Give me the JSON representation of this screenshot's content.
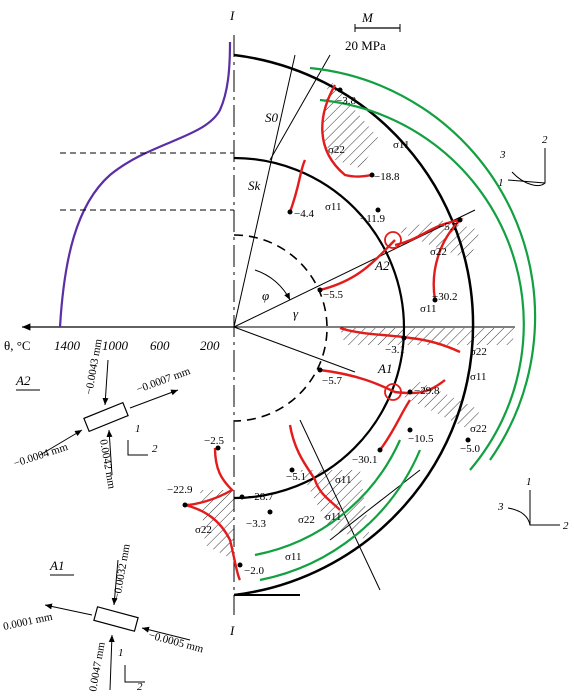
{
  "section_label": "I",
  "scale": {
    "symbol": "M",
    "value": "20 MPa"
  },
  "temperature_axis": {
    "label": "θ, °C",
    "ticks": [
      "1400",
      "1000",
      "600",
      "200"
    ]
  },
  "dimension_labels": {
    "s0": "S0",
    "sk": "Sk"
  },
  "angles": {
    "phi": "φ",
    "gamma": "γ"
  },
  "points": {
    "A1": "A1",
    "A2": "A2"
  },
  "curve_labels": {
    "s11": "σ11",
    "s22": "σ22"
  },
  "stress_values": [
    "−3.8",
    "−18.8",
    "−4.4",
    "−11.9",
    "−5.7",
    "−30.2",
    "−5.5",
    "−3.1",
    "−5.7",
    "−29.8",
    "−10.5",
    "−5.0",
    "−30.1",
    "−2.5",
    "−5.1",
    "−28.7",
    "−22.9",
    "−3.3",
    "−2.0"
  ],
  "strain_A2": {
    "label": "A2",
    "values": [
      "−0.0043 mm",
      "−0.0007 mm",
      "−0.0004 mm",
      "0.0042 mm"
    ],
    "axes": [
      "1",
      "2"
    ]
  },
  "strain_A1": {
    "label": "A1",
    "values": [
      "−0.0032 mm",
      "0.0001 mm",
      "−0.0005 mm",
      "0.0047 mm"
    ],
    "axes": [
      "1",
      "2"
    ]
  },
  "coord_top": [
    "1",
    "2",
    "3"
  ],
  "coord_bottom": [
    "1",
    "2",
    "3"
  ],
  "colors": {
    "sigma": "#e31b1b",
    "green": "#12a040",
    "temperature": "#5b2ea6"
  }
}
